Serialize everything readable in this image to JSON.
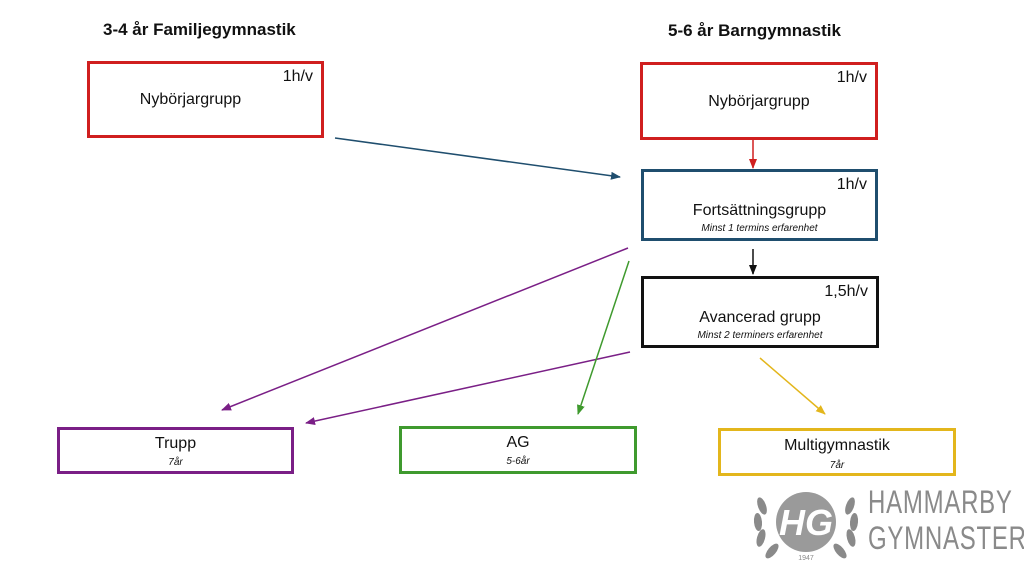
{
  "left_column": {
    "heading": "3-4 år Familjegymnastik"
  },
  "right_column": {
    "heading": "5-6 år Barngymnastik"
  },
  "groups": {
    "familj_nyborjar": {
      "name": "Nybörjargrupp",
      "duration": "1h/v",
      "color": "#d01f1f"
    },
    "barn_nyborjar": {
      "name": "Nybörjargrupp",
      "duration": "1h/v",
      "color": "#d01f1f"
    },
    "fortsattning": {
      "name": "Fortsättningsgrupp",
      "duration": "1h/v",
      "note": "Minst 1 termins erfarenhet",
      "color": "#1f4e6e"
    },
    "avancerad": {
      "name": "Avancerad grupp",
      "duration": "1,5h/v",
      "note": "Minst 2 terminers erfarenhet",
      "color": "#111111"
    },
    "trupp": {
      "name": "Trupp",
      "age": "7år",
      "color": "#7a1f86"
    },
    "ag": {
      "name": "AG",
      "age": "5-6år",
      "color": "#3f9a2e"
    },
    "multi": {
      "name": "Multigymnastik",
      "age": "7år",
      "color": "#e3b61c"
    }
  },
  "logo": {
    "monogram": "HG",
    "year": "1947",
    "line1": "HAMMARBY",
    "line2": "GYMNASTERNA",
    "color": "#8a8a8a"
  }
}
